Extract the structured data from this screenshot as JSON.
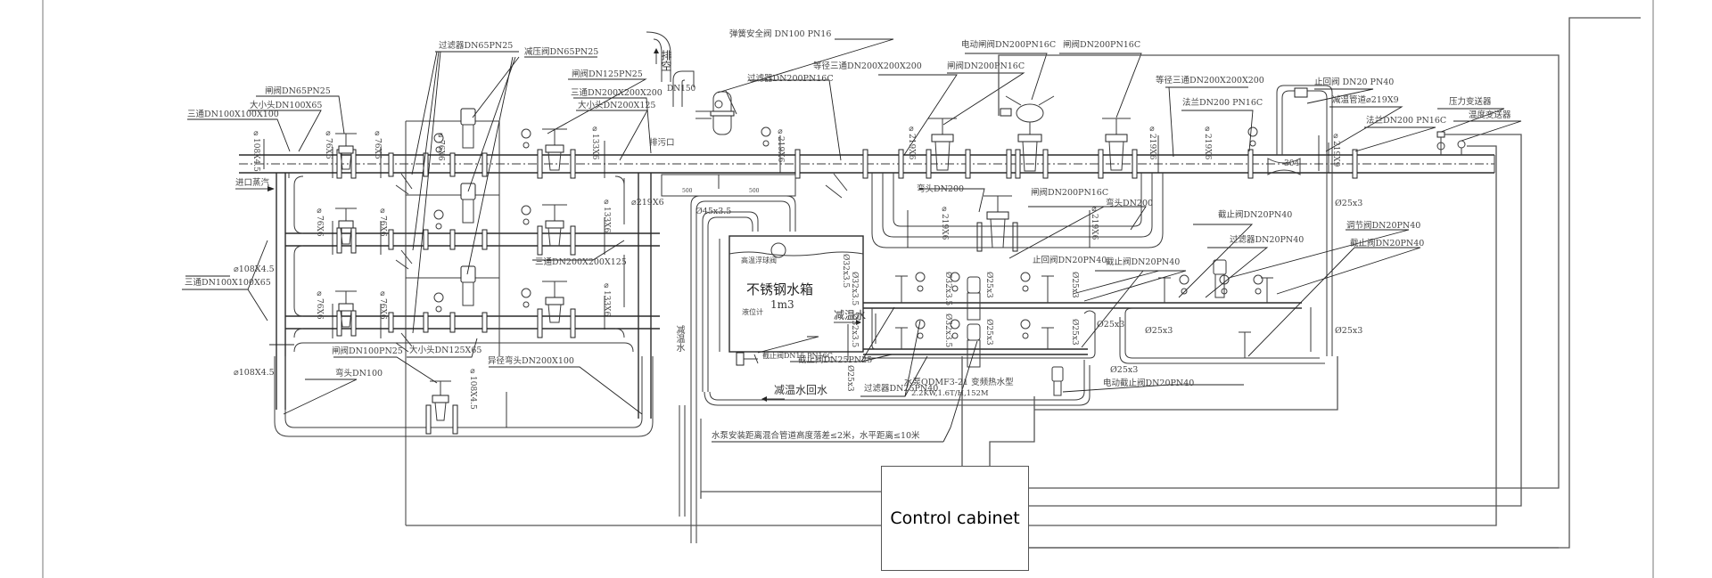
{
  "drawing": {
    "title": "Steam desuperheating station piping schematic",
    "cabinet_label": "Control cabinet"
  },
  "labels": {
    "inlet_steam": "进口蒸汽",
    "tee_100": "三通DN100X100X100",
    "reducer_100_65": "大小头DN100X65",
    "gate_65": "闸阀DN65PN25",
    "filter_65": "过滤器DN65PN25",
    "prv_65": "减压阀DN65PN25",
    "gate_125": "闸阀DN125PN25",
    "tee_200": "三通DN200X200X200",
    "reducer_200_125": "大小头DN200X125",
    "vent": "排空",
    "dn150": "DN150",
    "drain": "排污口",
    "safety_valve": "弹簧安全阀 DN100 PN16",
    "filter_200": "过滤器DN200PN16C",
    "eq_tee_200_a": "等径三通DN200X200X200",
    "gate_200_a": "闸阀DN200PN16C",
    "motor_gate_200": "电动闸阀DN200PN16C",
    "gate_200_b": "闸阀DN200PN16C",
    "eq_tee_200_b": "等径三通DN200X200X200",
    "flange_200_a": "法兰DN200 PN16C",
    "check_20": "止回阀 DN20 PN40",
    "desup_pipe": "减温管道⌀219X9",
    "flange_200_b": "法兰DN200 PN16C",
    "pressure_tx": "压力变送器",
    "temp_tx": "温度变送器",
    "d108_a": "⌀108X4.5",
    "tee_100_65": "三通DN100X100X65",
    "d108_b": "⌀108X4.5",
    "d108_c": "⌀108X4.5",
    "d108_d": "⌀108X4.5",
    "gate_100": "闸阀DN100PN25",
    "reducer_125_65": "大小头DN125X65",
    "elbow_100": "弯头DN100",
    "red_elbow": "异径弯头DN200X100",
    "tee_200_125": "三通DN200X200X125",
    "d76": "⌀76X6",
    "d133": "⌀133X6",
    "d219": "⌀219X6",
    "d219x9": "⌀219X9",
    "d45": "Ø45x3.5",
    "d32": "Ø32x3.5",
    "d25": "Ø25x3",
    "elbow_200_a": "弯头DN200",
    "gate_200_c": "闸阀DN200PN16C",
    "elbow_200_b": "弯头DN200",
    "float_valve": "高温浮球阀",
    "tank": "不锈钢水箱",
    "tank_vol": "1m3",
    "level_gauge": "液位计",
    "globe_15": "截止阀DN15 PN16C",
    "globe_25": "截止阀DN25PN25",
    "filter_25": "过滤器DN25PN40",
    "desup_water": "减温水",
    "desup_water_v": "减温水",
    "desup_return": "减温水回水",
    "pump": "水泵QDMF3-21 变频热水型",
    "pump_spec": "2.2KW,1.6T/H,152M",
    "check_20b": "止回阀DN20PN40",
    "globe_20a": "截止阀DN20PN40",
    "globe_20b": "截止阀DN20PN40",
    "filter_20": "过滤器DN20PN40",
    "control_20": "调节阀DN20PN40",
    "globe_20c": "截止阀DN20PN40",
    "motor_globe_20": "电动截止阀DN20PN40",
    "note": "水泵安装距离混合管道高度落差≤2米，水平距离≤10米",
    "mark_304": "304",
    "mark_500a": "500",
    "mark_500b": "500"
  }
}
